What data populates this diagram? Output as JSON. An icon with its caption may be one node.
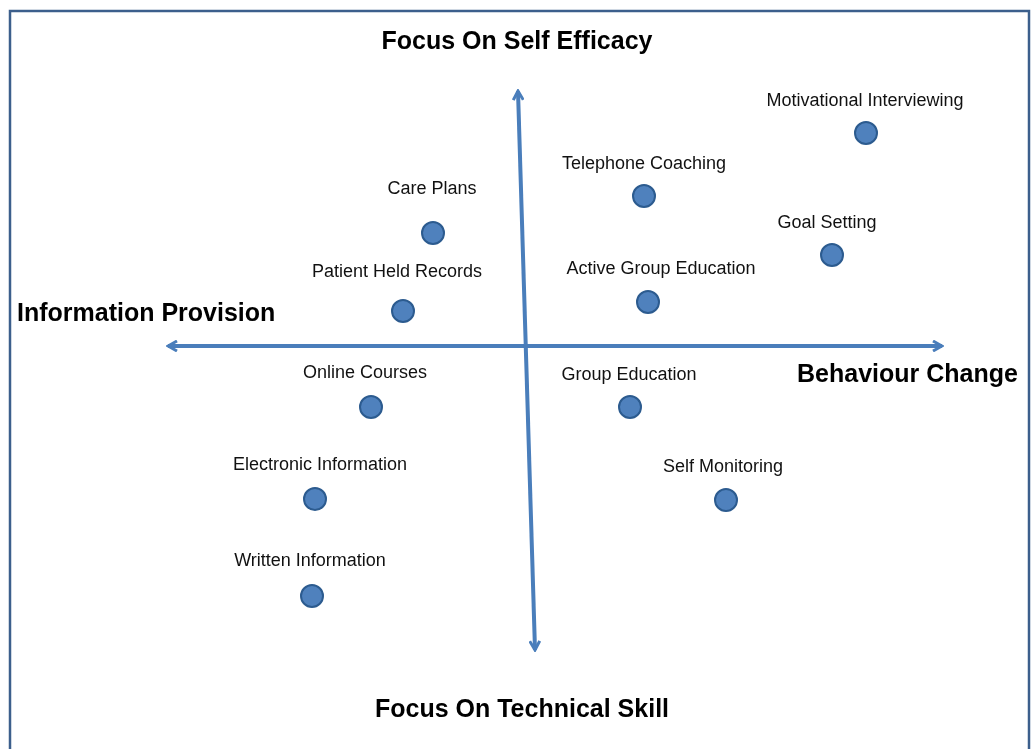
{
  "diagram": {
    "nodes": [
      {
        "text": [],
        "shape": "circle",
        "beside": [
          "Motivational Interviewing"
        ]
      },
      {
        "text": [],
        "shape": "circle",
        "beside": [
          "Telephone Coaching"
        ]
      },
      {
        "text": [],
        "shape": "circle",
        "beside": [
          "Care Plans"
        ]
      },
      {
        "text": [],
        "shape": "circle",
        "beside": [
          "Goal Setting"
        ]
      },
      {
        "text": [],
        "shape": "circle",
        "beside": [
          "Active Group Education"
        ]
      },
      {
        "text": [],
        "shape": "circle",
        "beside": [
          "Patient Held Records"
        ]
      },
      {
        "text": [],
        "shape": "circle",
        "beside": [
          "Online Courses"
        ]
      },
      {
        "text": [],
        "shape": "circle",
        "beside": [
          "Group Education"
        ]
      },
      {
        "text": [],
        "shape": "circle",
        "beside": [
          "Electronic Information"
        ]
      },
      {
        "text": [],
        "shape": "circle",
        "beside": [
          "Self Monitoring"
        ]
      },
      {
        "text": [],
        "shape": "circle",
        "beside": [
          "Written Information"
        ]
      }
    ],
    "edges": [],
    "labels": [
      "Focus On Self Efficacy",
      "Information Provision",
      "Behaviour Change",
      "Focus On Technical Skill"
    ]
  }
}
